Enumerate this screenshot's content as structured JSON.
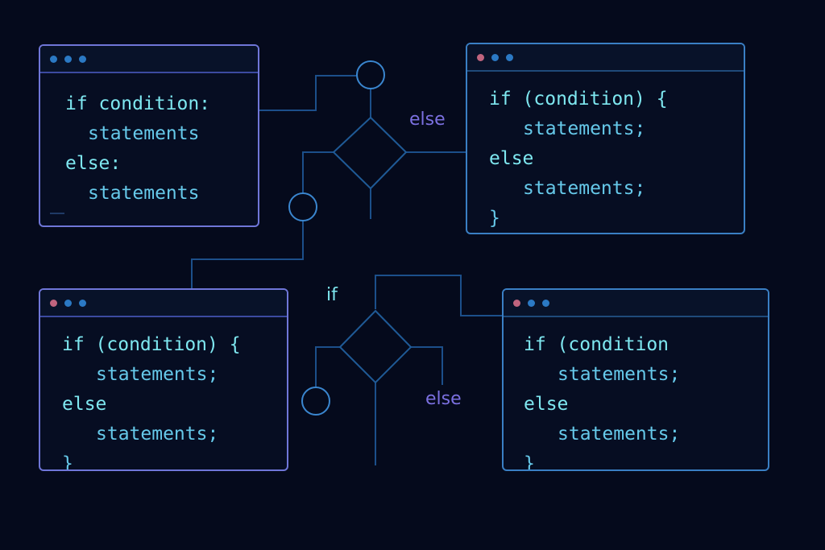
{
  "colors": {
    "background": "#050a1c",
    "window_border_blue": "#3a7fc4",
    "window_border_purple": "#6f76d8",
    "code_text": "#66c9ea",
    "keyword": "#7ee7f0",
    "else_label": "#7b70e0",
    "connector": "#1c4f8a",
    "dot_blue": "#2b79c4",
    "dot_pink": "#c0647e"
  },
  "windows": [
    {
      "name": "python",
      "lines": [
        "if condition:",
        "statements",
        "else:",
        "statements"
      ]
    },
    {
      "name": "top-right",
      "lines": [
        "if (condition) {",
        "statements;",
        "else",
        "statements;",
        "}"
      ]
    },
    {
      "name": "bottom-left",
      "lines": [
        "if (condition) {",
        "statements;",
        "else",
        "statements;",
        "}"
      ]
    },
    {
      "name": "bottom-right",
      "lines": [
        "if (condition",
        "statements;",
        "else",
        "statements;",
        "}"
      ]
    }
  ],
  "labels": {
    "else_top": "else",
    "if_bottom": "if",
    "else_bottom": "else"
  },
  "icons": {
    "window_dots": "traffic-light-dots",
    "decision": "diamond-decision-node",
    "junction": "circle-connector-node"
  }
}
